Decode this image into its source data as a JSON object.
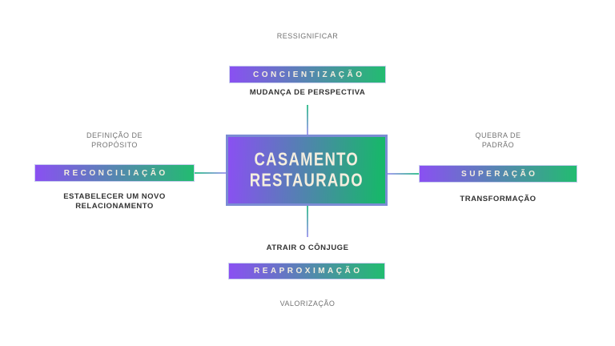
{
  "colors": {
    "background": "#ffffff",
    "gradient-start": "#8a50f2",
    "gradient-end": "#14ba66",
    "bar-gradient-end": "#22bc70",
    "box-border": "#7b8cd4",
    "bar-border": "#c9cfee",
    "node-text": "#f4eede",
    "label-gray": "#737373",
    "label-dark": "#333333",
    "connector-teal": "#3ec393",
    "connector-lavender": "#a59ef0"
  },
  "center": {
    "title_lines": [
      "CASAMENTO",
      "RESTAURADO"
    ]
  },
  "branches": {
    "top": {
      "bar_label": "CONCIENTIZAÇÃO",
      "outer_label": "RESSIGNIFICAR",
      "inner_label": "MUDANÇA DE PERSPECTIVA"
    },
    "left": {
      "bar_label": "RECONCILIAÇÃO",
      "outer_label": "DEFINIÇÃO DE PROPÓSITO",
      "inner_label": "ESTABELECER UM NOVO RELACIONAMENTO"
    },
    "right": {
      "bar_label": "SUPERAÇÃO",
      "outer_label": "QUEBRA DE PADRÃO",
      "inner_label": "TRANSFORMAÇÃO"
    },
    "bottom": {
      "bar_label": "REAPROXIMAÇÃO",
      "inner_label": "ATRAIR O CÔNJUGE",
      "outer_label": "VALORIZAÇÃO"
    }
  }
}
